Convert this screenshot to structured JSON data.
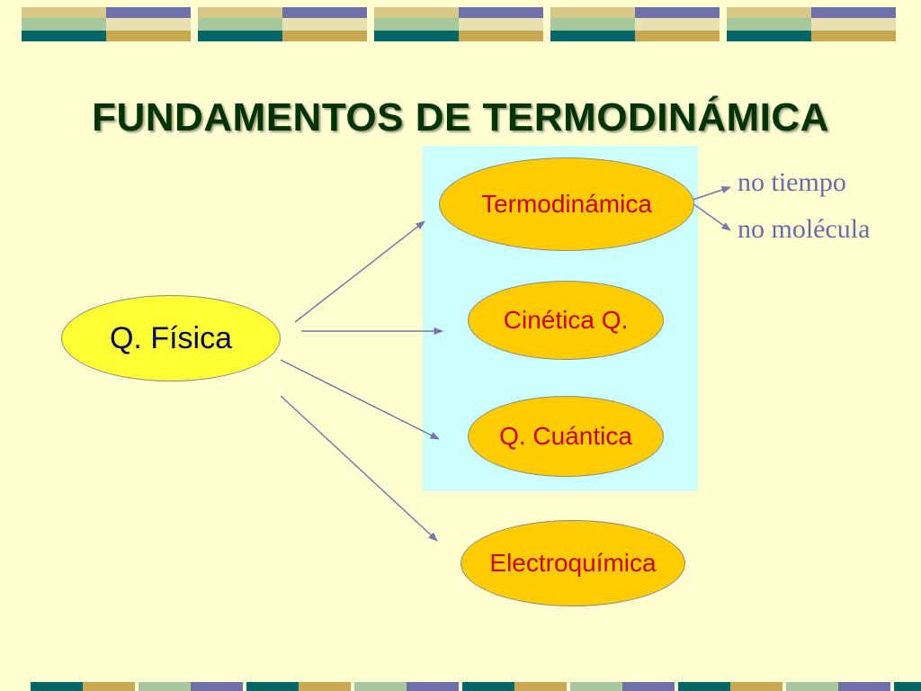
{
  "title": "FUNDAMENTOS DE TERMODINÁMICA",
  "nodes": {
    "fisica": "Q. Física",
    "termodinamica": "Termodinámica",
    "cinetica": "Cinética Q.",
    "cuantica": "Q. Cuántica",
    "electroquimica": "Electroquímica"
  },
  "branches": {
    "tiempo": "no tiempo",
    "molecula": "no molécula"
  },
  "colors": {
    "background": "#ffffd2",
    "title": "#003300",
    "panel": "#ccffff",
    "root_node": "#ffff33",
    "child_node": "#ffcc00",
    "child_text": "#cc0000",
    "root_text": "#000066",
    "arrow": "#7777aa",
    "branch_text": "#6a6aaa",
    "tile_teal": "#006666",
    "tile_tan": "#c8a850",
    "tile_lilac": "#7070a8",
    "tile_sage": "#a8c8a0",
    "tile_khaki": "#d8c888",
    "tile_cream": "#e8e0b0"
  }
}
